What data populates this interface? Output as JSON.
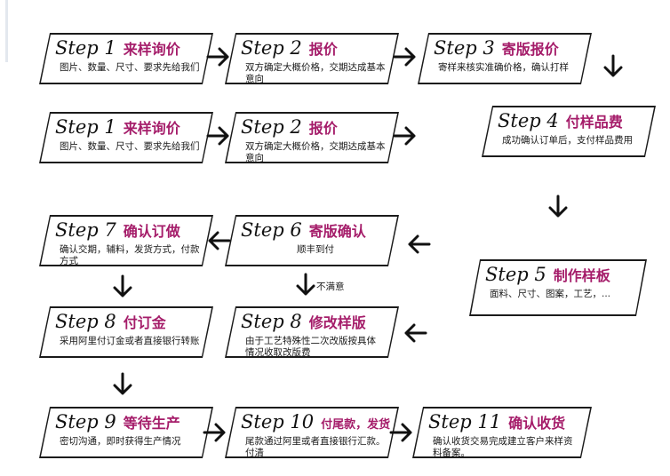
{
  "steps": {
    "s1a": {
      "word": "Step",
      "num": "1",
      "name": "来样询价",
      "desc": "图片、数量、尺寸、要求先给我们"
    },
    "s2a": {
      "word": "Step",
      "num": "2",
      "name": "报价",
      "desc": "双方确定大概价格，交期达成基本意向"
    },
    "s3": {
      "word": "Step",
      "num": "3",
      "name": "寄版报价",
      "desc": "寄样来核实准确价格，确认打样"
    },
    "s1b": {
      "word": "Step",
      "num": "1",
      "name": "来样询价",
      "desc": "图片、数量、尺寸、要求先给我们"
    },
    "s2b": {
      "word": "Step",
      "num": "2",
      "name": "报价",
      "desc": "双方确定大概价格，交期达成基本意向"
    },
    "s4": {
      "word": "Step",
      "num": "4",
      "name": "付样品费",
      "desc": "成功确认订单后，支付样品费用"
    },
    "s7": {
      "word": "Step",
      "num": "7",
      "name": "确认订做",
      "desc": "确认交期，辅料，发货方式，付款方式"
    },
    "s6": {
      "word": "Step",
      "num": "6",
      "name": "寄版确认",
      "desc": "顺丰到付"
    },
    "s5": {
      "word": "Step",
      "num": "5",
      "name": "制作样板",
      "desc": "面料、尺寸、图案，工艺，..."
    },
    "s8a": {
      "word": "Step",
      "num": "8",
      "name": "付订金",
      "desc": "采用阿里付订金或者直接银行转账"
    },
    "s8b": {
      "word": "Step",
      "num": "8",
      "name": "修改样版",
      "desc": "由于工艺特殊性二次改版按具体情况收取改版费"
    },
    "s9": {
      "word": "Step",
      "num": "9",
      "name": "等待生产",
      "desc": "密切沟通，即时获得生产情况"
    },
    "s10": {
      "word": "Step",
      "num": "10",
      "name": "付尾款，发货",
      "desc": "尾款通过阿里或者直接银行汇款。付清"
    },
    "s11": {
      "word": "Step",
      "num": "11",
      "name": "确认收货",
      "desc": "确认收货交易完成建立客户来样资料备案。"
    }
  },
  "notes": {
    "not_satisfied": "不满意"
  },
  "colors": {
    "accent": "#a51d6a",
    "ink": "#111111"
  },
  "icons": {
    "arrow": "arrow-icon"
  }
}
